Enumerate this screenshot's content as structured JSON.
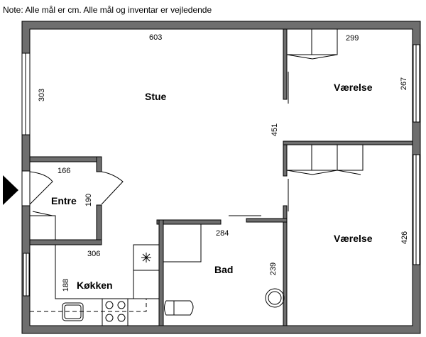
{
  "note": "Note: Alle mål er cm. Alle mål og inventar er vejledende",
  "rooms": {
    "stue": "Stue",
    "vaerelse_top": "Værelse",
    "vaerelse_bottom": "Værelse",
    "entre": "Entre",
    "koekken": "Køkken",
    "bad": "Bad"
  },
  "dimensions": {
    "stue_width": "603",
    "stue_height": "303",
    "vaerelse_top_width": "299",
    "vaerelse_top_height": "267",
    "hall_length": "451",
    "entre_width": "166",
    "entre_height": "190",
    "koekken_width": "306",
    "koekken_height": "188",
    "bad_width": "284",
    "bad_height": "239",
    "vaerelse_bottom_height": "426"
  },
  "colors": {
    "wall": "#6e6e6e",
    "line": "#000000"
  }
}
